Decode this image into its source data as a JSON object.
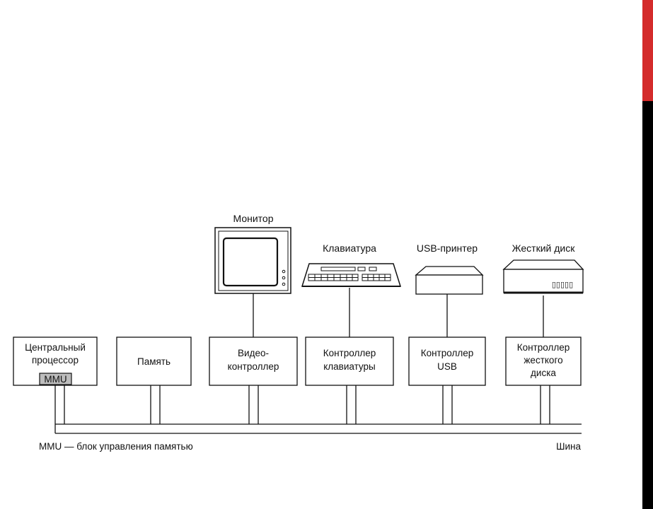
{
  "colors": {
    "accent_red": "#d42b2b",
    "bar_black": "#000000",
    "line": "#111111",
    "box_fill": "#ffffff",
    "mmu_fill": "#bdbdbd"
  },
  "devices": {
    "monitor": "Монитор",
    "keyboard": "Клавиатура",
    "printer": "USB-принтер",
    "disk": "Жесткий диск"
  },
  "boxes": {
    "cpu": {
      "line1": "Центральный",
      "line2": "процессор",
      "mmu": "MMU"
    },
    "memory": {
      "line1": "Память"
    },
    "video": {
      "line1": "Видео-",
      "line2": "контроллер"
    },
    "kbd": {
      "line1": "Контроллер",
      "line2": "клавиатуры"
    },
    "usb": {
      "line1": "Контроллер",
      "line2": "USB"
    },
    "hdd": {
      "line1": "Контроллер",
      "line2": "жесткого",
      "line3": "диска"
    }
  },
  "footer": {
    "mmu_note": "MMU — блок управления памятью",
    "bus_label": "Шина"
  },
  "disk_slots": "▯▯▯▯▯"
}
